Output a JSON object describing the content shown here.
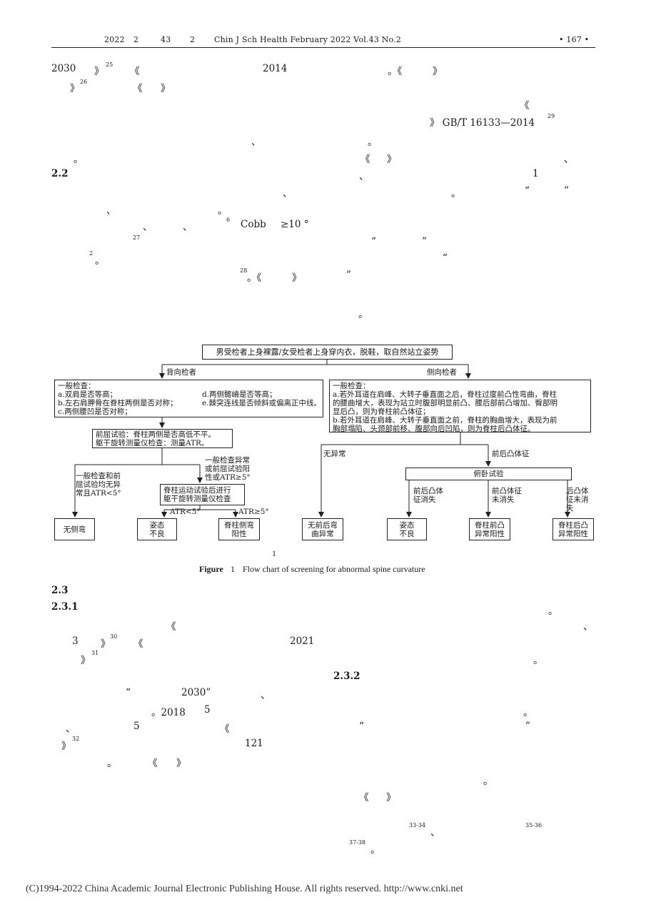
{
  "header": {
    "year": "2022",
    "month": "2",
    "vol": "43",
    "no": "2",
    "journal": "Chin J Sch Health February  2022 Vol.43 No.2",
    "page": "• 167 •"
  },
  "top_text": {
    "t1": "2030",
    "t2": "》",
    "t3": "25",
    "t4": "《",
    "t5": "2014",
    "t6": "。《",
    "t7": "》",
    "t8": "》",
    "t9": "26",
    "t10": "《",
    "t11": "》",
    "t12": "《",
    "t13": "》 GB/T 16133—2014",
    "t14": "29",
    "t15": "、",
    "t16": "。",
    "t17": "。",
    "t18": "《",
    "t19": "》",
    "t20": "、",
    "s22": "2.2",
    "t21": "、",
    "t22": "1",
    "t23": "、",
    "t24": "。",
    "t25": "“",
    "t26": "”",
    "t27": "、",
    "t28": "。",
    "t29": "、",
    "t30": "、",
    "t31": "6",
    "t32": "Cobb",
    "t33": "≥10 °",
    "t34": "27",
    "t35": "“",
    "t36": "”",
    "t37": "2",
    "t38": "。",
    "t39": "“",
    "t40": "28",
    "t41": "。《",
    "t42": "》",
    "t43": "”",
    "t44": "。"
  },
  "flowchart": {
    "top_box": "男受检者上身裸露/女受检者上身穿内衣，脱鞋，取自然站立姿势",
    "back_label": "背向检者",
    "side_label": "侧向检者",
    "back_general": [
      "一般检查：",
      "a.双肩是否等高；",
      "b.左右肩胛骨在脊柱两侧是否对称；",
      "c.两侧腰凹是否对称；"
    ],
    "back_general_right": [
      "d.两侧髂嵴是否等高；",
      "e.棘突连线是否倾斜或偏离正中线。"
    ],
    "side_general": [
      "一般检查：",
      "a.若外耳道在肩峰、大转子垂直面之后，脊柱过度前凸性弯曲，脊柱",
      "的腰曲增大，表现为站立时腹部明显前凸、腰后部前凸增加、臀部明",
      "显后凸，则为脊柱前凸体征；",
      "b.若外耳道在肩峰、大转子垂直面之前，脊柱的胸曲增大，表现为前",
      "胸部塌陷、头颈部前移、腹部向后凹陷，则为脊柱后凸体征。"
    ],
    "forward_box": [
      "前屈试验：脊柱两侧是否高低不平。",
      "躯干旋转测量仪检查：测量ATR。"
    ],
    "left_note": [
      "一般检查和前",
      "屈试验均无异",
      "常且ATR<5°"
    ],
    "right_note": [
      "一般检查异常",
      "或前屈试验阳",
      "性或ATR≥5°"
    ],
    "motion_box": [
      "脊柱运动试验后进行",
      "躯干旋转测量仪检查"
    ],
    "atr_low": "ATR<5°",
    "atr_high": "ATR≥5°",
    "no_abnormal": "无异常",
    "ap_sign": "前后凸体征",
    "prone_box": "俯卧试验",
    "prone_a": [
      "前后凸体",
      "征消失"
    ],
    "prone_b": [
      "前凸体征",
      "未消失"
    ],
    "prone_c": [
      "后凸体",
      "征未消",
      "失"
    ],
    "out_no_scoliosis": "无侧弯",
    "out_posture1": [
      "姿态",
      "不良"
    ],
    "out_scoliosis": [
      "脊柱侧弯",
      "阳性"
    ],
    "out_no_ap": [
      "无前后弯",
      "曲异常"
    ],
    "out_posture2": [
      "姿态",
      "不良"
    ],
    "out_lordosis": [
      "脊柱前凸",
      "异常阳性"
    ],
    "out_kyphosis": [
      "脊柱后凸",
      "异常阳性"
    ]
  },
  "caption": {
    "num": "1",
    "label": "Figure",
    "n": "1",
    "text": "Flow chart of screening for abnormal spine curvature"
  },
  "bottom_text": {
    "s23": "2.3",
    "s231": "2.3.1",
    "b1": "。",
    "b2": "《",
    "b3": "、",
    "b4": "3",
    "b5": "》",
    "b6": "30",
    "b7": "《",
    "b8": "2021",
    "b9": "》",
    "b10": "31",
    "b11": "。",
    "s232": "2.3.2",
    "b12": "“",
    "b13": "2030”",
    "b14": "、",
    "b15": "。2018",
    "b16": "5",
    "b17": "。",
    "b18": "、",
    "b19": "5",
    "b20": "《",
    "b21": "“",
    "b22": "”",
    "b23": "》",
    "b24": "32",
    "b25": "121",
    "b26": "。",
    "b27": "《",
    "b28": "》",
    "b29": "。",
    "b30": "《",
    "b31": "》",
    "b32": "33-34",
    "b33": "、",
    "b34": "35-36",
    "b35": "37-38",
    "b36": "。"
  },
  "footer": "(C)1994-2022 China Academic Journal Electronic Publishing House. All rights reserved.   http://www.cnki.net"
}
